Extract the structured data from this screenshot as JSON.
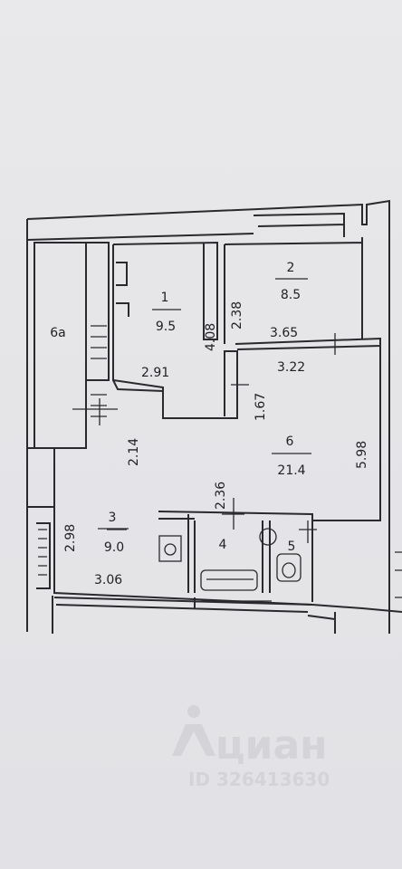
{
  "rooms": [
    {
      "number": "1",
      "area": "9.5"
    },
    {
      "number": "2",
      "area": "8.5"
    },
    {
      "number": "3",
      "area": "9.0"
    },
    {
      "number": "4"
    },
    {
      "number": "5"
    },
    {
      "number": "6",
      "area": "21.4"
    },
    {
      "number": "6а"
    }
  ],
  "dimensions": [
    "4.08",
    "2.38",
    "3.65",
    "3.22",
    "2.91",
    "1.67",
    "2.14",
    "5.98",
    "2.36",
    "2.98",
    "3.06"
  ],
  "watermark": {
    "brand": "циан",
    "id": "ID 326413630"
  },
  "colors": {
    "ink": "#2a2a2e",
    "paper": "#e7e7e9",
    "watermark": "#d4d4d8"
  }
}
